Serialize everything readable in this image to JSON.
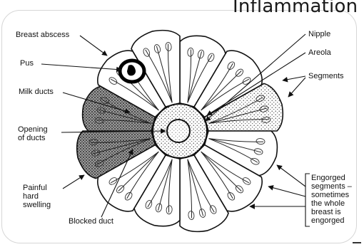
{
  "slide": {
    "title": "Inflammation"
  },
  "diagram": {
    "labels": {
      "breast_abscess": "Breast abscess",
      "pus": "Pus",
      "milk_ducts": "Milk ducts",
      "opening_of_ducts": "Opening\nof ducts",
      "painful_hard_swelling": "Painful\nhard\nswelling",
      "blocked_duct": "Blocked duct",
      "nipple": "Nipple",
      "areola": "Areola",
      "segments": "Segments",
      "engorged_segments": "Engorged\nsegments –\nsometimes\nthe whole\nbreast is\nengorged"
    }
  }
}
